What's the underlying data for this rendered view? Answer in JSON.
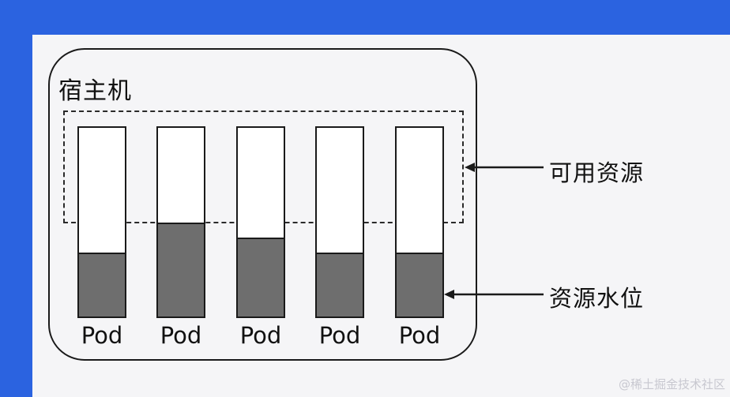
{
  "host": {
    "title": "宿主机"
  },
  "labels": {
    "available_resources": "可用资源",
    "resource_level": "资源水位"
  },
  "pods": [
    {
      "label": "Pod",
      "level": 0.33
    },
    {
      "label": "Pod",
      "level": 0.49
    },
    {
      "label": "Pod",
      "level": 0.41
    },
    {
      "label": "Pod",
      "level": 0.33
    },
    {
      "label": "Pod",
      "level": 0.33
    }
  ],
  "watermark": "@稀土掘金技术社区",
  "colors": {
    "background": "#2b63e0",
    "panel": "#f5f5f7",
    "fill": "#6e6e6e",
    "stroke": "#1a1a1a"
  }
}
